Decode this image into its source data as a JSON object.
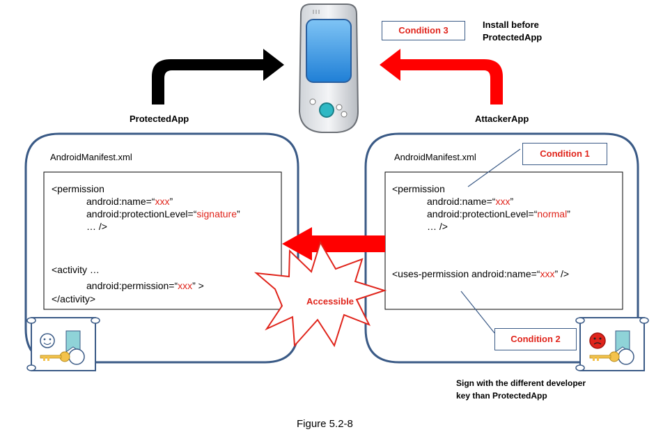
{
  "labels": {
    "protected_app": "ProtectedApp",
    "attacker_app": "AttackerApp",
    "install_before_line1": "Install before",
    "install_before_line2": "ProtectedApp",
    "sign_note_line1": "Sign with the different developer",
    "sign_note_line2": "key than ProtectedApp",
    "accessible": "Accessible",
    "figure_caption": "Figure 5.2-8"
  },
  "conditions": {
    "c1": "Condition 1",
    "c2": "Condition 2",
    "c3": "Condition 3"
  },
  "left_manifest": {
    "title": "AndroidManifest.xml",
    "perm_open": "<permission",
    "name_prefix": "android:name=“",
    "name_value": "xxx",
    "name_suffix": "”",
    "level_prefix": "android:protectionLevel=“",
    "level_value": "signature",
    "level_suffix": "”",
    "perm_close": "… />",
    "activity_open": "<activity …",
    "activity_perm_prefix": "android:permission=“",
    "activity_perm_value": "xxx",
    "activity_perm_suffix": "” >",
    "activity_close": "</activity>"
  },
  "right_manifest": {
    "title": "AndroidManifest.xml",
    "perm_open": "<permission",
    "name_prefix": "android:name=“",
    "name_value": "xxx",
    "name_suffix": "”",
    "level_prefix": "android:protectionLevel=“",
    "level_value": "normal",
    "level_suffix": "”",
    "perm_close": "… />",
    "uses_prefix": "<uses-permission android:name=“",
    "uses_value": "xxx",
    "uses_suffix": "” />"
  },
  "colors": {
    "red": "#e0241b",
    "frame": "#3a5a86",
    "phone_screen": "#3aa0e8"
  },
  "icons": [
    "smartphone-icon",
    "certificate-smile-icon",
    "certificate-red-face-icon",
    "key-icon"
  ]
}
